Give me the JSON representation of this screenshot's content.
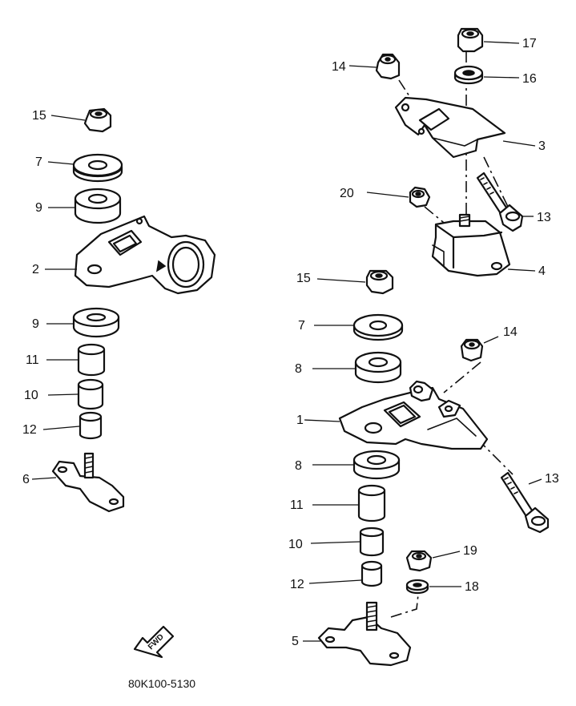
{
  "diagram": {
    "part_number_code": "80K100-5130",
    "fwd_label": "FWD",
    "accent_color": "#111111",
    "callouts": {
      "c1": "1",
      "c2": "2",
      "c3": "3",
      "c4": "4",
      "c5": "5",
      "c6": "6",
      "c7a": "7",
      "c7b": "7",
      "c8a": "8",
      "c8b": "8",
      "c9a": "9",
      "c9b": "9",
      "c10a": "10",
      "c10b": "10",
      "c11a": "11",
      "c11b": "11",
      "c12a": "12",
      "c12b": "12",
      "c13a": "13",
      "c13b": "13",
      "c14a": "14",
      "c14b": "14",
      "c15a": "15",
      "c15b": "15",
      "c16": "16",
      "c17": "17",
      "c18": "18",
      "c19": "19",
      "c20": "20"
    }
  }
}
